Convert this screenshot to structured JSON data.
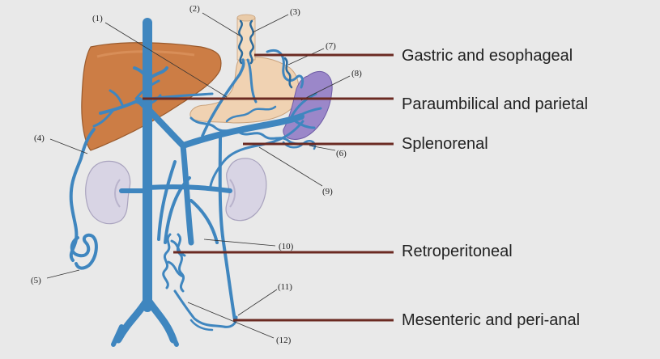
{
  "diagram": {
    "categories": [
      "Gastric and esophageal",
      "Paraumbilical and parietal",
      "Splenorenal",
      "Retroperitoneal",
      "Mesenteric and peri-anal"
    ],
    "numbers": [
      "(1)",
      "(2)",
      "(3)",
      "(4)",
      "(5)",
      "(6)",
      "(7)",
      "(8)",
      "(9)",
      "(10)",
      "(11)",
      "(12)"
    ],
    "colors": {
      "vein": "#3f86bf",
      "liver": "#cc7d45",
      "spleen": "#9b87c9",
      "stomach": "#f0d2b2",
      "kidney": "#d8d4e4",
      "pointer": "#6b2a22"
    }
  }
}
